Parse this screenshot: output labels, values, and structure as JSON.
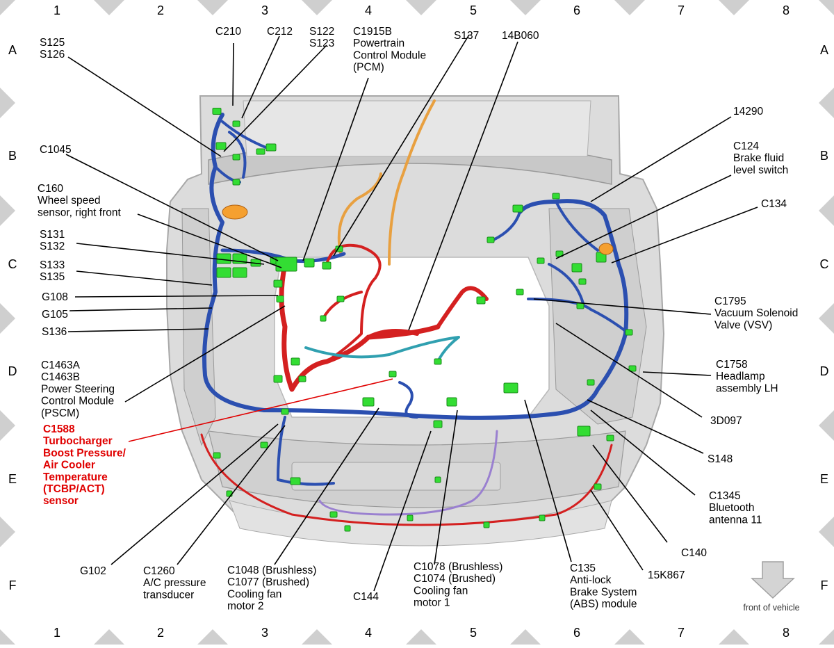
{
  "grid": {
    "columns": [
      "1",
      "2",
      "3",
      "4",
      "5",
      "6",
      "7",
      "8"
    ],
    "rows": [
      "A",
      "B",
      "C",
      "D",
      "E",
      "F"
    ]
  },
  "colors": {
    "wire_blue": "#2b4fb0",
    "wire_red": "#d42020",
    "wire_orange": "#e8a040",
    "wire_cyan": "#30a0b0",
    "wire_purple": "#9a80d0",
    "connector_green": "#33dd33",
    "callout_red": "#e00000",
    "body_gray": "#d9d9d9",
    "arrow_gray": "#cccccc"
  },
  "callouts": {
    "s125_s126": [
      "S125",
      "S126"
    ],
    "c210": [
      "C210"
    ],
    "c212": [
      "C212"
    ],
    "s122_s123": [
      "S122",
      "S123"
    ],
    "c1915b": [
      "C1915B",
      "Powertrain",
      "Control Module",
      "(PCM)"
    ],
    "s137": [
      "S137"
    ],
    "c14b060": [
      "14B060"
    ],
    "c14290": [
      "14290"
    ],
    "c124": [
      "C124",
      "Brake fluid",
      "level switch"
    ],
    "c134": [
      "C134"
    ],
    "c1045": [
      "C1045"
    ],
    "c160": [
      "C160",
      "Wheel speed",
      "sensor, right front"
    ],
    "s131_s132": [
      "S131",
      "S132"
    ],
    "s133_s135": [
      "S133",
      "S135"
    ],
    "g108": [
      "G108"
    ],
    "g105": [
      "G105"
    ],
    "s136": [
      "S136"
    ],
    "c1795": [
      "C1795",
      "Vacuum Solenoid",
      "Valve (VSV)"
    ],
    "c1463": [
      "C1463A",
      "C1463B",
      "Power Steering",
      "Control Module",
      "(PSCM)"
    ],
    "c1758": [
      "C1758",
      "Headlamp",
      "assembly LH"
    ],
    "c1588": [
      "C1588",
      "Turbocharger",
      "Boost Pressure/",
      "Air Cooler",
      "Temperature",
      "(TCBP/ACT)",
      "sensor"
    ],
    "c3d097": [
      "3D097"
    ],
    "s148": [
      "S148"
    ],
    "c1345": [
      "C1345",
      "Bluetooth",
      "antenna 11"
    ],
    "c140": [
      "C140"
    ],
    "g102": [
      "G102"
    ],
    "c1260": [
      "C1260",
      "A/C pressure",
      "transducer"
    ],
    "c1048": [
      "C1048  (Brushless)",
      "C1077  (Brushed)",
      "Cooling fan",
      "motor 2"
    ],
    "c144": [
      "C144"
    ],
    "c1078": [
      "C1078  (Brushless)",
      "C1074  (Brushed)",
      "Cooling fan",
      "motor 1"
    ],
    "c135": [
      "C135",
      "Anti-lock",
      "Brake System",
      "(ABS) module"
    ],
    "c15k867": [
      "15K867"
    ]
  },
  "front_label": "front of vehicle"
}
